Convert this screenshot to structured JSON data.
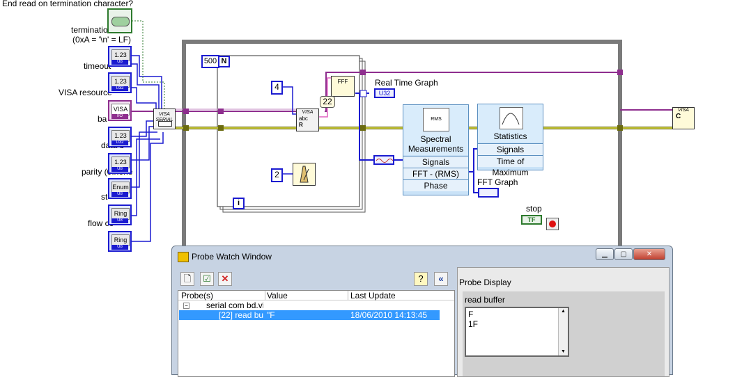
{
  "labels": {
    "end_read": "End read on termination character?",
    "termination_char": "termination char",
    "termination_note": "(0xA = '\\n' = LF)",
    "timeout": "timeout",
    "visa_resource": "VISA resource",
    "baud": "ba",
    "data_bits": "data b",
    "parity": "parity (0:none",
    "stop_bits": "st",
    "flow_control": "flow co"
  },
  "controls": {
    "u8_tag": "U8",
    "u32_tag": "U32",
    "i16_tag": "I/O",
    "value_123": "1.23",
    "enum_text": "Enum",
    "ring_text": "Ring",
    "visa_text": "VISA"
  },
  "diagram": {
    "loop_count": "500",
    "loop_n": "N",
    "loop_i": "i",
    "const_4": "4",
    "const_2": "2",
    "const_22": "22",
    "real_time_graph": "Real Time Graph",
    "u32_indicator": "U32",
    "fft_graph": "FFT Graph",
    "stop_label": "stop",
    "stop_tf": "TF",
    "visa_serial": "VISA SERIAL",
    "visa_close": "VISA"
  },
  "spectral": {
    "title": "Spectral Measurements",
    "rows": [
      "Signals",
      "FFT - (RMS)",
      "Phase"
    ]
  },
  "statistics": {
    "title": "Statistics",
    "rows": [
      "Signals",
      "Time of Maximum"
    ]
  },
  "probe_window": {
    "title": "Probe Watch Window",
    "probe_display_label": "Probe Display",
    "columns": [
      "Probe(s)",
      "Value",
      "Last Update"
    ],
    "tree_parent": "serial com bd.vi",
    "selected_row": {
      "probe": "[22] read bu",
      "value": "\"F",
      "last_update": "18/06/2010 14:13:45"
    },
    "read_buffer_label": "read buffer",
    "read_buffer_lines": [
      "F",
      "1F"
    ]
  }
}
